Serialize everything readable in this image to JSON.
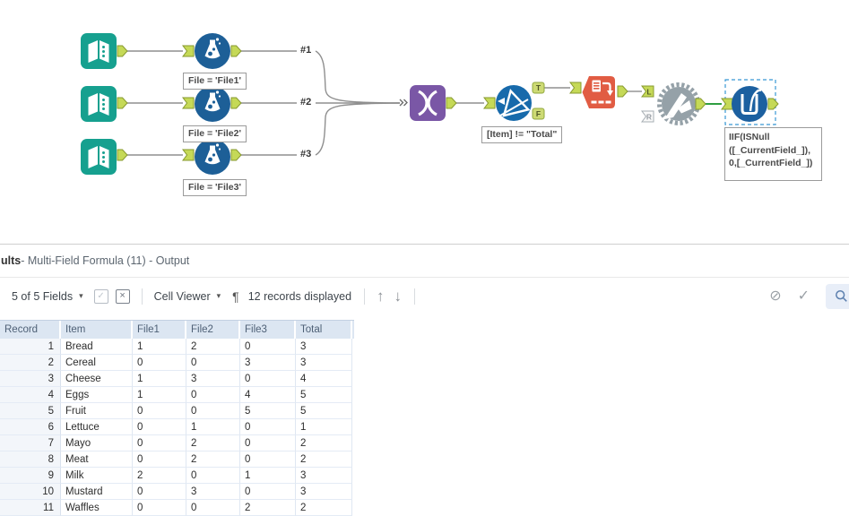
{
  "colors": {
    "input_tool": "#16a08f",
    "formula_tool": "#1d5f97",
    "union_tool": "#7a57a6",
    "filter_tool": "#176aab",
    "crosstab_tool": "#e15c43",
    "macro_tool": "#95a1a8",
    "multi_field_formula_tool": "#1c60a0",
    "anchor_green": "#c5d957",
    "selected_wire_green": "#2f9e41",
    "selection_border_blue": "#3898d4",
    "table_header_bg": "#dce6f2"
  },
  "icons": {
    "caret": "▾",
    "check": "✓",
    "close": "×",
    "pilcrow": "¶",
    "up_arrow": "↑",
    "down_arrow": "↓",
    "no_symbol": "⊘",
    "apply_check": "✓"
  },
  "canvas": {
    "connection_labels": [
      "#1",
      "#2",
      "#3"
    ],
    "annotations": {
      "formula1": "File = 'File1'",
      "formula2": "File = 'File2'",
      "formula3": "File = 'File3'",
      "filter": "[Item] != \"Total\"",
      "multi_field_formula": "IIF(ISNull\n([_CurrentField_]),\n0,[_CurrentField_])"
    },
    "anchor_labels": {
      "true": "T",
      "false": "F",
      "left": "L",
      "right": "R"
    }
  },
  "results_panel": {
    "title_prefix": "ults",
    "title_suffix": " - Multi-Field Formula (11) - Output",
    "toolbar": {
      "fields_summary": "5 of 5 Fields",
      "cell_viewer": "Cell Viewer",
      "records_displayed": "12 records displayed"
    },
    "table": {
      "columns": [
        "Record",
        "Item",
        "File1",
        "File2",
        "File3",
        "Total"
      ],
      "rows": [
        [
          1,
          "Bread",
          1,
          2,
          0,
          3
        ],
        [
          2,
          "Cereal",
          0,
          0,
          3,
          3
        ],
        [
          3,
          "Cheese",
          1,
          3,
          0,
          4
        ],
        [
          4,
          "Eggs",
          1,
          0,
          4,
          5
        ],
        [
          5,
          "Fruit",
          0,
          0,
          5,
          5
        ],
        [
          6,
          "Lettuce",
          0,
          1,
          0,
          1
        ],
        [
          7,
          "Mayo",
          0,
          2,
          0,
          2
        ],
        [
          8,
          "Meat",
          0,
          2,
          0,
          2
        ],
        [
          9,
          "Milk",
          2,
          0,
          1,
          3
        ],
        [
          10,
          "Mustard",
          0,
          3,
          0,
          3
        ],
        [
          11,
          "Waffles",
          0,
          0,
          2,
          2
        ]
      ]
    }
  }
}
